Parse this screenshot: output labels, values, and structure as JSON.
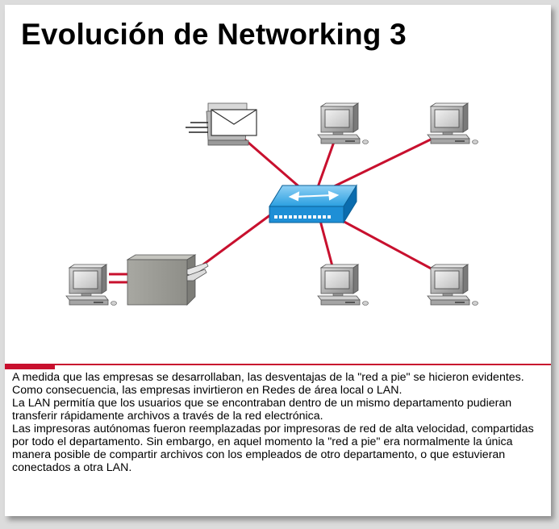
{
  "title": "Evolución de Networking 3",
  "icons": {
    "hub": "switch-hub-icon",
    "fax": "fax-envelope-icon",
    "computer": "computer-icon",
    "printer": "network-printer-icon"
  },
  "colors": {
    "link": "#c8102e",
    "hub": "#1e9be0",
    "divider": "#c8102e"
  },
  "paragraphs": [
    "A medida que las empresas se desarrollaban, las desventajas de la \"red a pie\" se hicieron evidentes. Como consecuencia, las empresas invirtieron en Redes de área local o LAN.",
    "La LAN permitía que los usuarios que se encontraban dentro de un mismo departamento pudieran transferir rápidamente archivos a través de la red electrónica.",
    "Las impresoras autónomas fueron reemplazadas por impresoras de red de alta velocidad, compartidas por todo el departamento. Sin embargo, en aquel momento la \"red a pie\" era normalmente la única manera posible de compartir archivos con los empleados de otro departamento, o que estuvieran conectados a otra LAN."
  ]
}
